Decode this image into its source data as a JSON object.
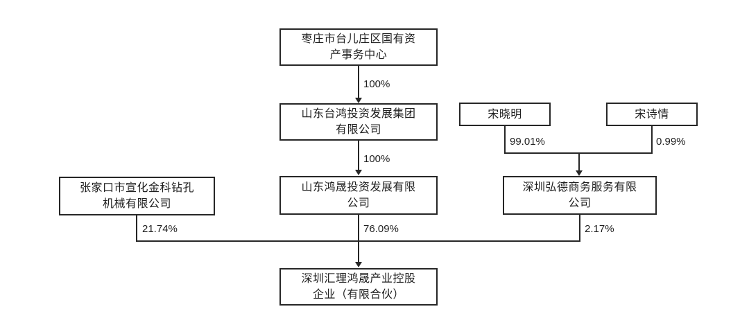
{
  "colors": {
    "background": "#ffffff",
    "line": "#262626",
    "text": "#1f1f1f"
  },
  "nodes": {
    "state_center": {
      "line1": "枣庄市台儿庄区国有资",
      "line2": "产事务中心"
    },
    "taihong_group": {
      "line1": "山东台鸿投资发展集团",
      "line2": "有限公司"
    },
    "hongsheng_invest": {
      "line1": "山东鸿晟投资发展有限",
      "line2": "公司"
    },
    "song_xiaoming": {
      "label": "宋晓明"
    },
    "song_shiqing": {
      "label": "宋诗情"
    },
    "hongde_business": {
      "line1": "深圳弘德商务服务有限",
      "line2": "公司"
    },
    "zhangjiakou_jinke": {
      "line1": "张家口市宣化金科钻孔",
      "line2": "机械有限公司"
    },
    "huili_hongsheng": {
      "line1": "深圳汇理鸿晟产业控股",
      "line2": "企业（有限合伙）"
    }
  },
  "edges": {
    "state_to_taihong": "100%",
    "taihong_to_hongsheng": "100%",
    "xiaoming_to_hongde": "99.01%",
    "shiqing_to_hongde": "0.99%",
    "zhangjiakou_to_partnership": "21.74%",
    "hongsheng_to_partnership": "76.09%",
    "hongde_to_partnership": "2.17%"
  }
}
